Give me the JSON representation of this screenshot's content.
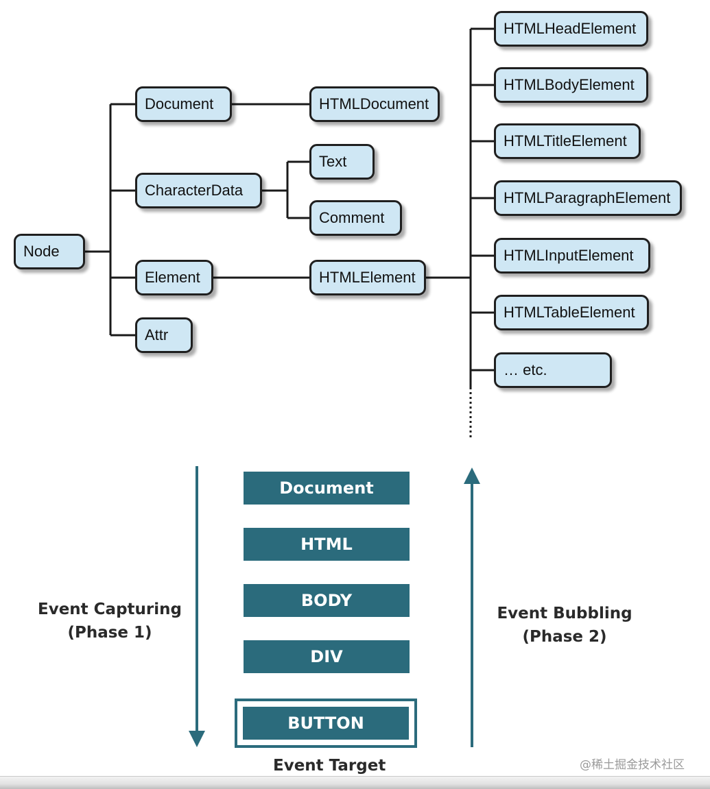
{
  "hierarchy": {
    "node": "Node",
    "document": "Document",
    "character_data": "CharacterData",
    "element": "Element",
    "attr": "Attr",
    "html_document": "HTMLDocument",
    "text": "Text",
    "comment": "Comment",
    "html_element": "HTMLElement",
    "html_head_element": "HTMLHeadElement",
    "html_body_element": "HTMLBodyElement",
    "html_title_element": "HTMLTitleElement",
    "html_paragraph_element": "HTMLParagraphElement",
    "html_input_element": "HTMLInputElement",
    "html_table_element": "HTMLTableElement",
    "etc": "… etc."
  },
  "event_flow": {
    "levels": [
      "Document",
      "HTML",
      "BODY",
      "DIV",
      "BUTTON"
    ],
    "capturing_line1": "Event Capturing",
    "capturing_line2": "(Phase 1)",
    "bubbling_line1": "Event Bubbling",
    "bubbling_line2": "(Phase 2)",
    "target_label": "Event Target"
  },
  "watermark": "@稀土掘金技术社区",
  "colors": {
    "node_fill": "#cfe7f4",
    "node_border": "#1f1f1f",
    "phase_fill": "#2b6b7c",
    "arrow": "#2b6b7c"
  }
}
